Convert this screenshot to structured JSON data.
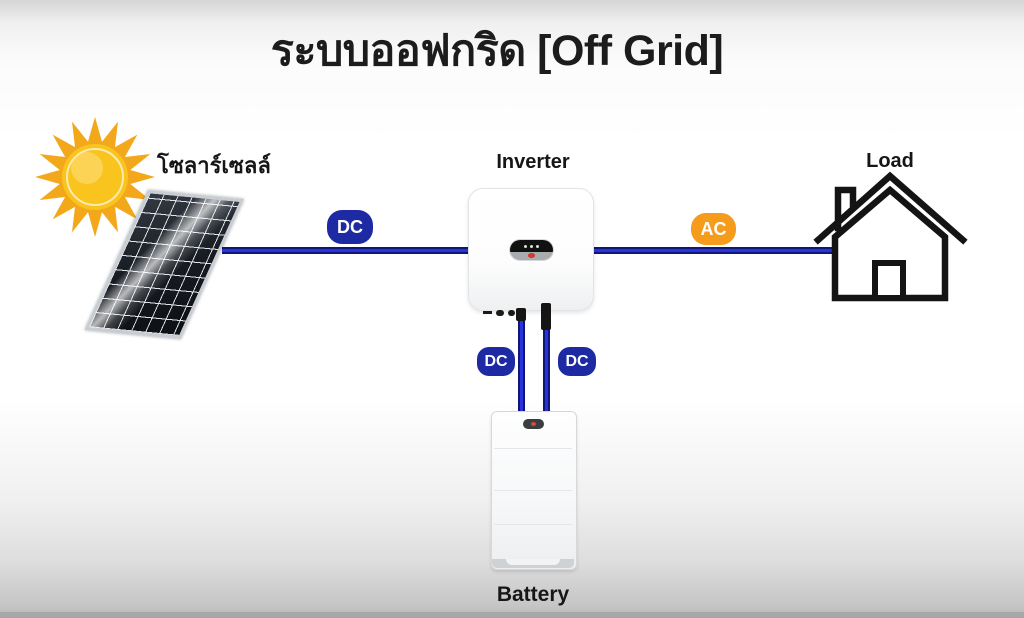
{
  "title": "ระบบออฟกริด [Off Grid]",
  "nodes": {
    "solar": {
      "label": "โซลาร์เซลล์"
    },
    "inverter": {
      "label": "Inverter"
    },
    "load": {
      "label": "Load"
    },
    "battery": {
      "label": "Battery"
    }
  },
  "badges": {
    "solar_to_inverter": "DC",
    "inverter_to_load": "AC",
    "battery_left": "DC",
    "battery_right": "DC"
  },
  "colors": {
    "dc_badge": "#1e2aa3",
    "ac_badge": "#f59c1c",
    "wire": "#2834d8",
    "sun_rays": "#f3a81b",
    "sun_disc": "#fac41f",
    "outline": "#141414"
  }
}
